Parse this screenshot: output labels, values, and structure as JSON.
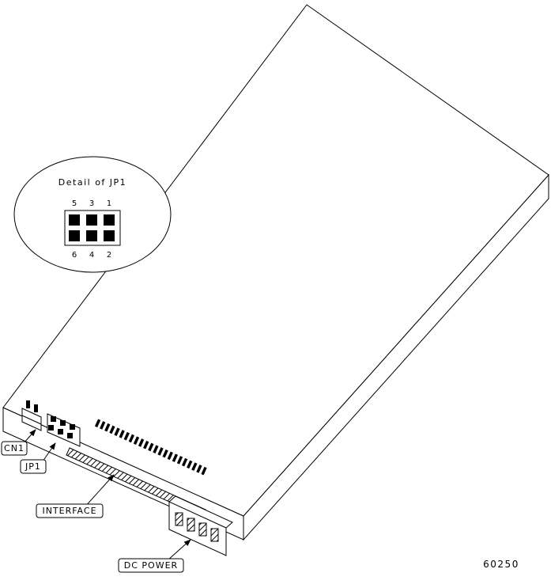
{
  "figure_number": "60250",
  "detail_balloon": {
    "title": "Detail of JP1",
    "pin_numbers_top": [
      "5",
      "3",
      "1"
    ],
    "pin_numbers_bottom": [
      "6",
      "4",
      "2"
    ]
  },
  "callouts": {
    "cn1": "CN1",
    "jp1": "JP1",
    "interface": "INTERFACE",
    "dc_power": "DC POWER"
  },
  "colors": {
    "line": "#000000",
    "background": "#ffffff",
    "pin_fill": "#000000"
  }
}
